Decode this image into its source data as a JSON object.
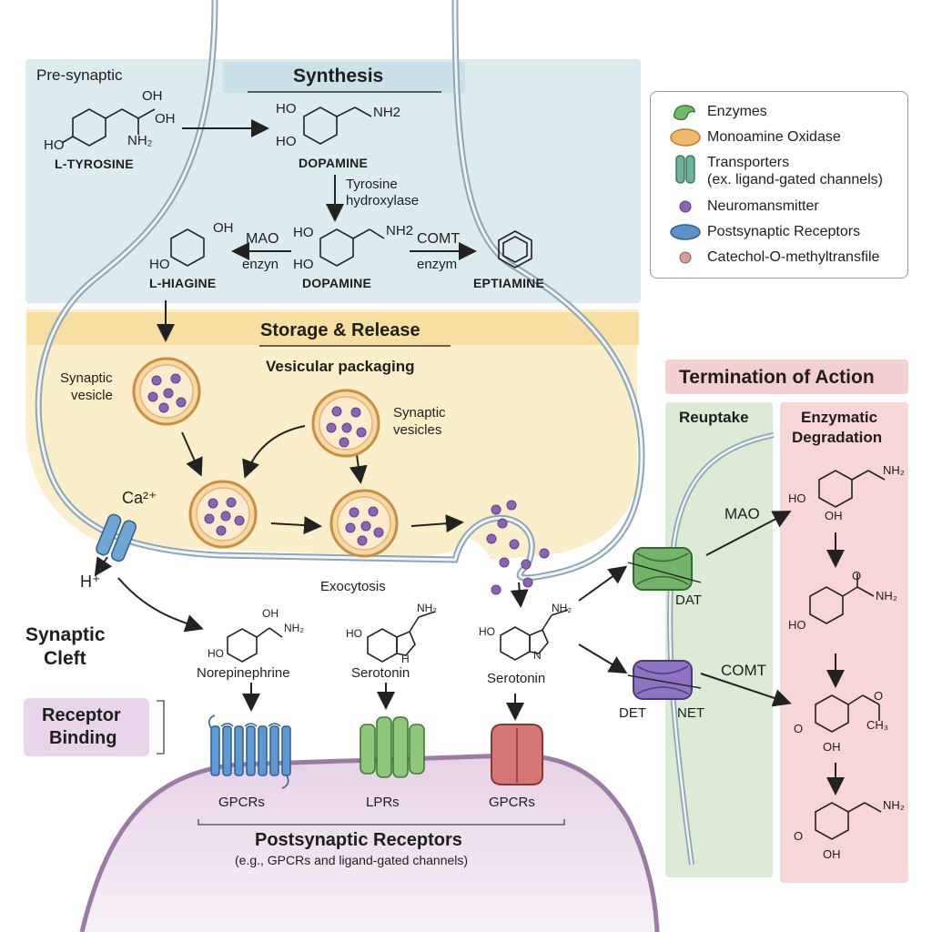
{
  "presynaptic": {
    "region_label": "Pre-synaptic",
    "synthesis_title": "Synthesis",
    "l_tyrosine": "L-TYROSINE",
    "dopamine_top": "DOPAMINE",
    "tyrosine_hydroxylase_line1": "Tyrosine",
    "tyrosine_hydroxylase_line2": "hydroxylase",
    "mao_label": "MAO",
    "mao_enzyme": "enzyn",
    "comt_label": "COMT",
    "comt_enzyme": "enzym",
    "l_hiagine": "L-HIAGINE",
    "dopamine_mid": "DOPAMINE",
    "eptiamine": "EPTIAMINE",
    "chem": {
      "oh": "OH",
      "ho": "HO",
      "nh2": "NH₂",
      "nh2b": "NH2"
    }
  },
  "storage": {
    "title": "Storage & Release",
    "subtitle": "Vesicular packaging",
    "synaptic_vesicle_line1": "Synaptic",
    "synaptic_vesicle_line2": "vesicle",
    "synaptic_vesicles_line1": "Synaptic",
    "synaptic_vesicles_line2": "vesicles",
    "calcium": "Ca²⁺",
    "proton": "H⁺",
    "exocytosis": "Exocytosis"
  },
  "cleft": {
    "label_line1": "Synaptic",
    "label_line2": "Cleft",
    "receptor_binding_line1": "Receptor",
    "receptor_binding_line2": "Binding",
    "norepinephrine": "Norepinephrine",
    "serotonin_1": "Serotonin",
    "serotonin_2": "Serotonin",
    "chem": {
      "oh": "OH",
      "ho": "HO",
      "nh2": "NH₂",
      "h": "H",
      "n": "N"
    }
  },
  "postsynaptic": {
    "gpcrs_1": "GPCRs",
    "lprs": "LPRs",
    "gpcrs_2": "GPCRs",
    "title": "Postsynaptic Receptors",
    "subtitle": "(e.g., GPCRs and ligand-gated channels)"
  },
  "termination": {
    "title": "Termination of Action",
    "reuptake": "Reuptake",
    "enzymatic_line1": "Enzymatic",
    "enzymatic_line2": "Degradation",
    "mao": "MAO",
    "comt": "COMT",
    "dat": "DAT",
    "det": "DET",
    "net": "NET",
    "chem": {
      "ho": "HO",
      "oh": "OH",
      "nh2": "NH₂",
      "o": "O",
      "ch3": "CH₃"
    }
  },
  "legend": {
    "items": [
      {
        "label": "Enzymes",
        "icon": "enzyme-icon",
        "color": "#6dbb6a"
      },
      {
        "label": "Monoamine Oxidase",
        "icon": "mao-icon",
        "color": "#f0b86a"
      },
      {
        "label": "Transporters",
        "label2": "(ex. ligand-gated channels)",
        "icon": "transporter-icon",
        "color": "#6cb39a"
      },
      {
        "label": "Neuromansmitter",
        "icon": "neurotransmitter-icon",
        "color": "#8c63b6"
      },
      {
        "label": "Postsynaptic Receptors",
        "icon": "receptor-icon",
        "color": "#5b93c9"
      },
      {
        "label": "Catechol-O-methyltransfile",
        "icon": "comt-icon",
        "color": "#d99a9a"
      }
    ]
  },
  "colors": {
    "synthesis_bg": "#dcebf0",
    "storage_bg": "#fbeecb",
    "reuptake_bg": "#dcebd6",
    "degradation_bg": "#f6d6d6",
    "post_bg": "#ecdcec",
    "vesicle": "#f0b86a",
    "neurotransmitter": "#8c63b6",
    "gpcr": "#4e86c4",
    "lpr": "#7fbd6f",
    "gpcr2": "#cf6b6b"
  }
}
